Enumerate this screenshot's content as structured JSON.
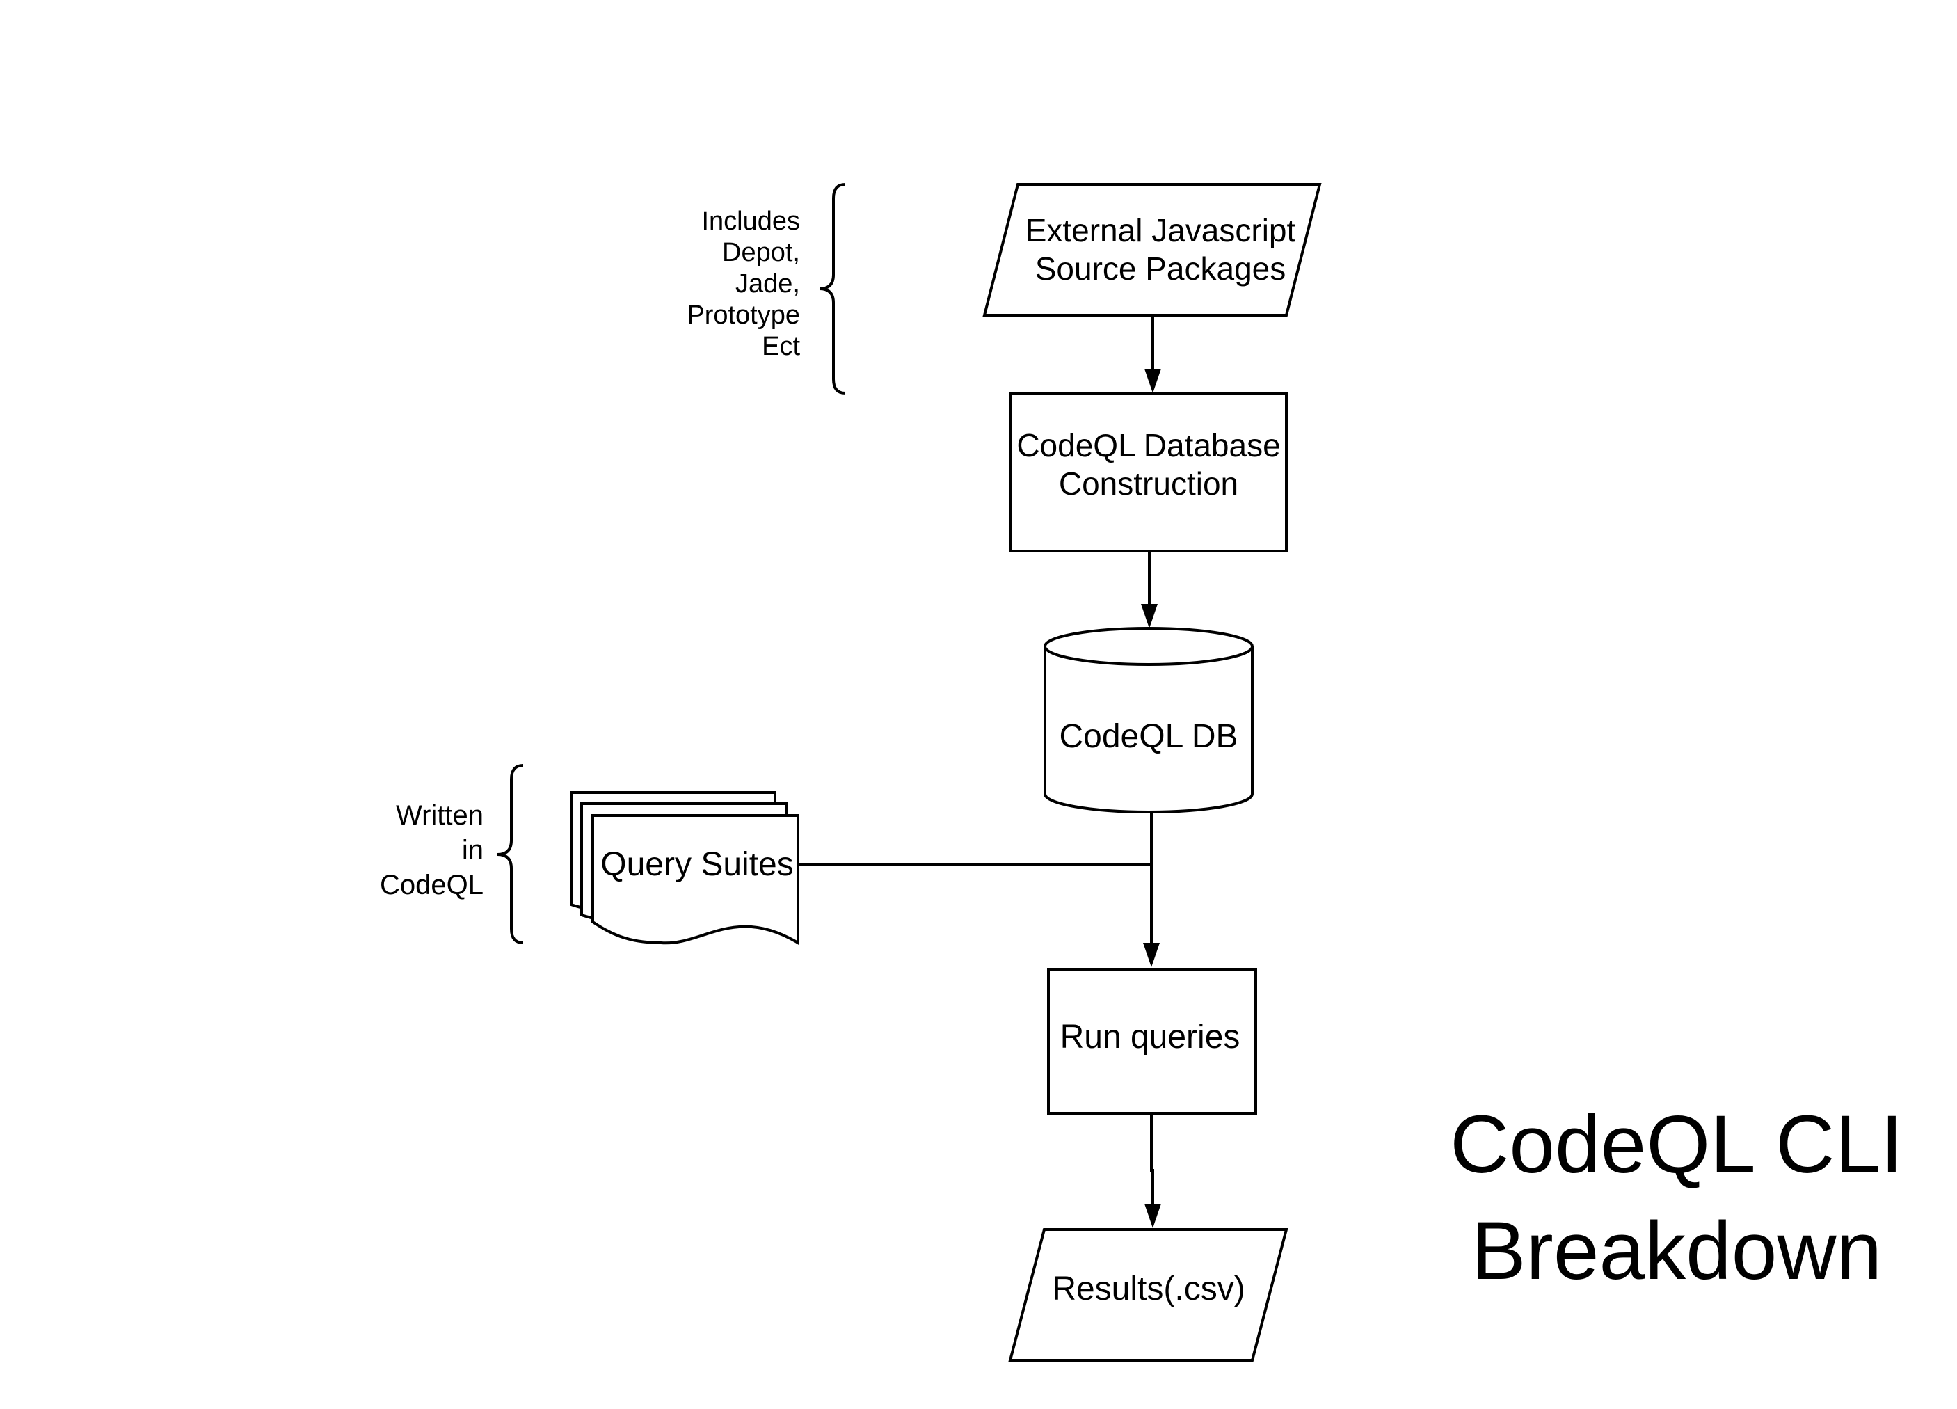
{
  "diagram": {
    "title": {
      "line1": "CodeQL CLI",
      "line2": "Breakdown"
    },
    "nodes": {
      "external_packages": {
        "line1": "External Javascript",
        "line2": "Source Packages"
      },
      "db_construction": {
        "line1": "CodeQL Database",
        "line2": "Construction"
      },
      "codeql_db": {
        "label": "CodeQL DB"
      },
      "query_suites": {
        "label": "Query Suites"
      },
      "run_queries": {
        "label": "Run queries"
      },
      "results": {
        "label": "Results(.csv)"
      }
    },
    "annotations": {
      "packages_note": [
        "Includes",
        "Depot,",
        "Jade,",
        "Prototype",
        "Ect"
      ],
      "query_note": [
        "Written",
        "in",
        "CodeQL"
      ]
    }
  }
}
